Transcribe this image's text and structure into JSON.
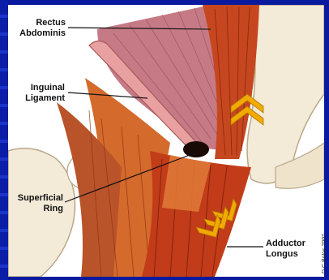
{
  "labels": {
    "rectus_abdominis": "Rectus\nAbdominis",
    "inguinal_ligament": "Inguinal\nLigament",
    "superficial_ring": "Superficial\nRing",
    "adductor_longus": "Adductor\nLongus"
  },
  "credit": "D.C.Bolos 2007",
  "colors": {
    "background": "#0a1a9e",
    "muscle": "#c6471f",
    "muscle_dark": "#8f2a10",
    "muscle_light": "#e06a3a",
    "bone": "#f3ead8",
    "ligament": "#e8a0a0",
    "arrow": "#f2a900"
  }
}
